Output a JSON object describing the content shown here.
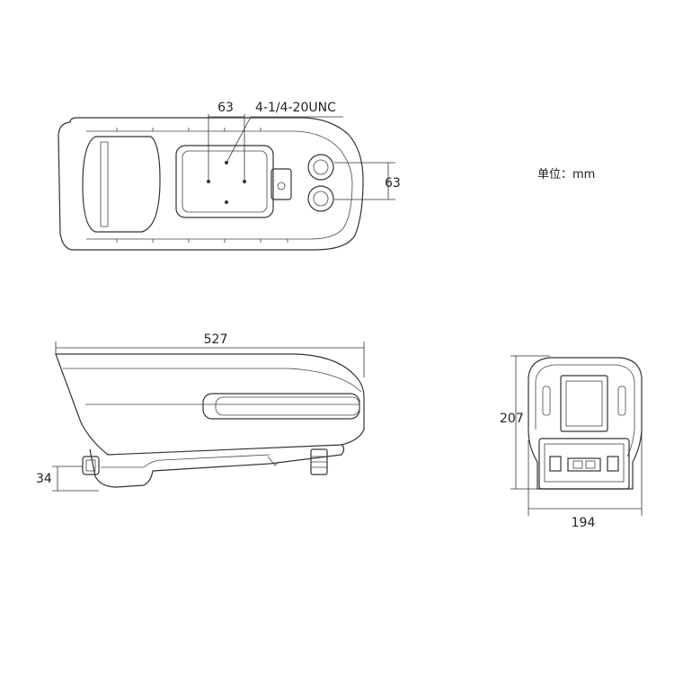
{
  "units_label": "单位：mm",
  "top_view": {
    "hole_spacing_h": "63",
    "thread_label": "4-1/4-20UNC",
    "connector_spacing_v": "63"
  },
  "side_view": {
    "length": "527",
    "bracket_height": "34"
  },
  "front_view": {
    "height": "207",
    "width": "194"
  }
}
